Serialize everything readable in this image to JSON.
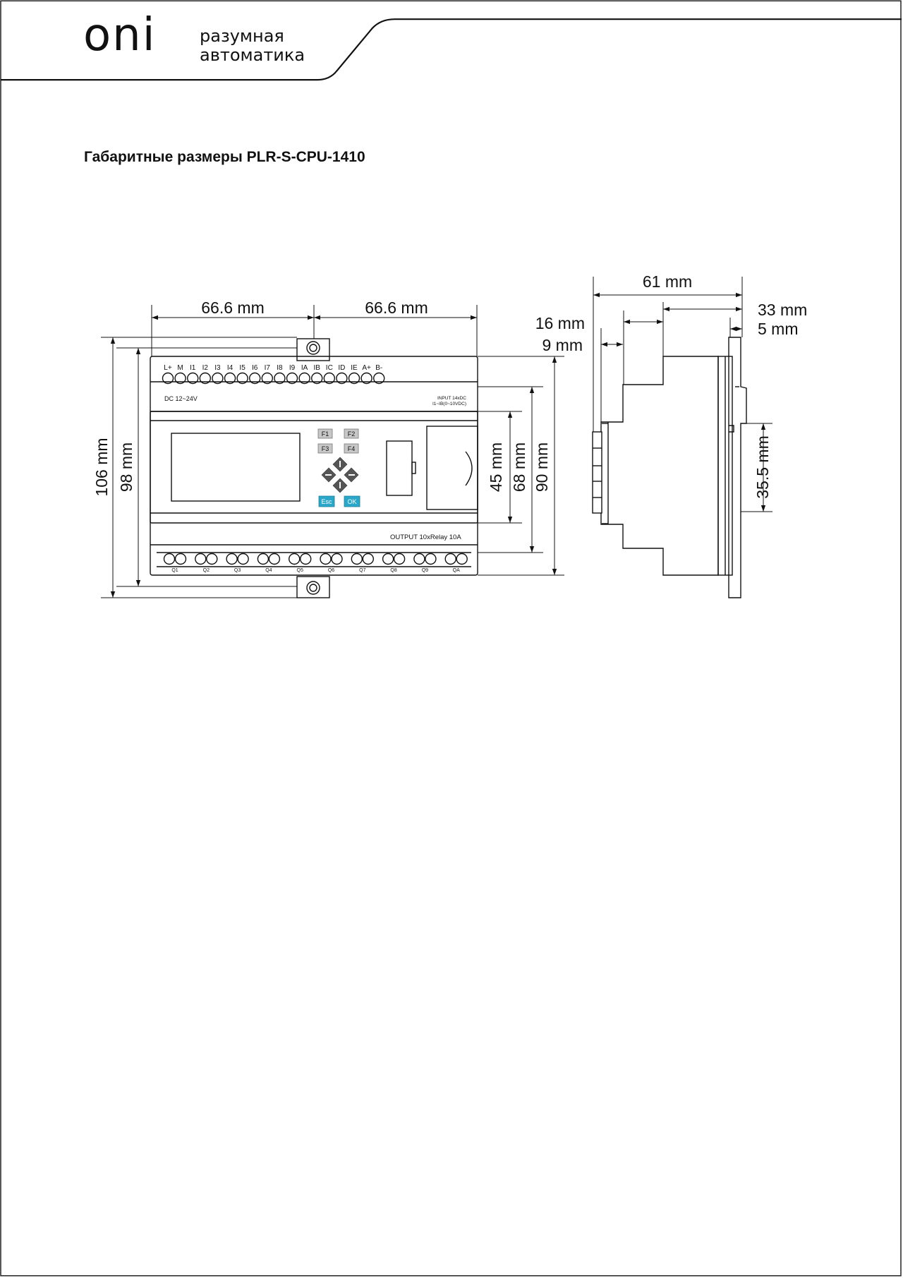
{
  "header": {
    "logo_text": "oni",
    "tagline_line1": "разумная",
    "tagline_line2": "автоматика"
  },
  "title": "Габаритные размеры PLR-S-CPU-1410",
  "front_view": {
    "device_labels": {
      "power_label": "DC 12~24V",
      "input_label_line1": "INPUT 14xDC",
      "input_label_line2": "I1~IB(0~10VDC)",
      "output_label": "OUTPUT 10xRelay  10A"
    },
    "top_terminals": [
      "L+",
      "M",
      "I1",
      "I2",
      "I3",
      "I4",
      "I5",
      "I6",
      "I7",
      "I8",
      "I9",
      "IA",
      "IB",
      "IC",
      "ID",
      "IE",
      "A+",
      "B-"
    ],
    "bottom_terminals": [
      "Q1",
      "Q2",
      "Q3",
      "Q4",
      "Q5",
      "Q6",
      "Q7",
      "Q8",
      "Q9",
      "QA"
    ],
    "keys": {
      "f1": "F1",
      "f2": "F2",
      "f3": "F3",
      "f4": "F4",
      "esc": "Esc",
      "ok": "OK"
    },
    "dimensions": {
      "width_left": "66.6 mm",
      "width_right": "66.6 mm",
      "total_height": "106 mm",
      "body_height": "98 mm",
      "window_height": "45 mm",
      "front_height": "68 mm",
      "mid_height": "90 mm"
    }
  },
  "side_view": {
    "dimensions": {
      "depth_total": "61 mm",
      "depth_33": "33 mm",
      "depth_5": "5 mm",
      "depth_16": "16 mm",
      "depth_9": "9 mm",
      "rail": "35.5 mm"
    }
  },
  "colors": {
    "key_fn": "#c7c7c7",
    "key_accent": "#2aa7c9",
    "nav_key": "#555555",
    "line": "#111111"
  }
}
